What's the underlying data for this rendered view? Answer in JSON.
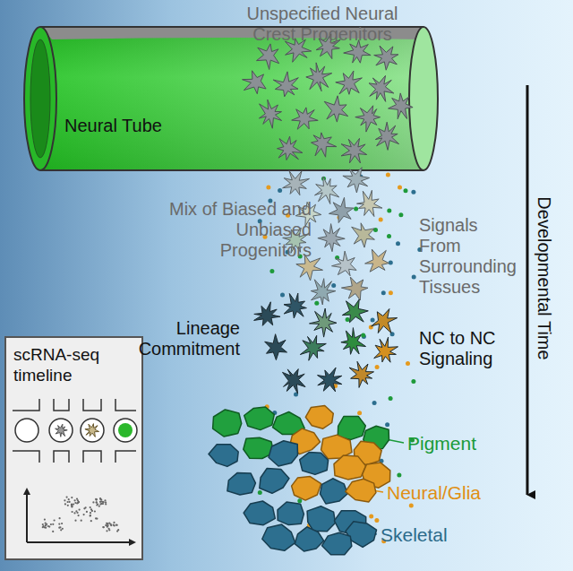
{
  "diagram": {
    "nodes": [
      {
        "text": [
          "Neural Tube"
        ]
      },
      {
        "text": [
          "scRNA-seq timeline"
        ]
      }
    ],
    "labels": [
      "Unspecified Neural Crest Progenitors",
      "Mix of Biased and Unbiased Progenitors",
      "Signals From Surrounding Tissues",
      "Lineage Commitment",
      "NC to NC Signaling",
      "Developmental Time",
      "Pigment",
      "Neural/Glia",
      "Skeletal"
    ]
  }
}
